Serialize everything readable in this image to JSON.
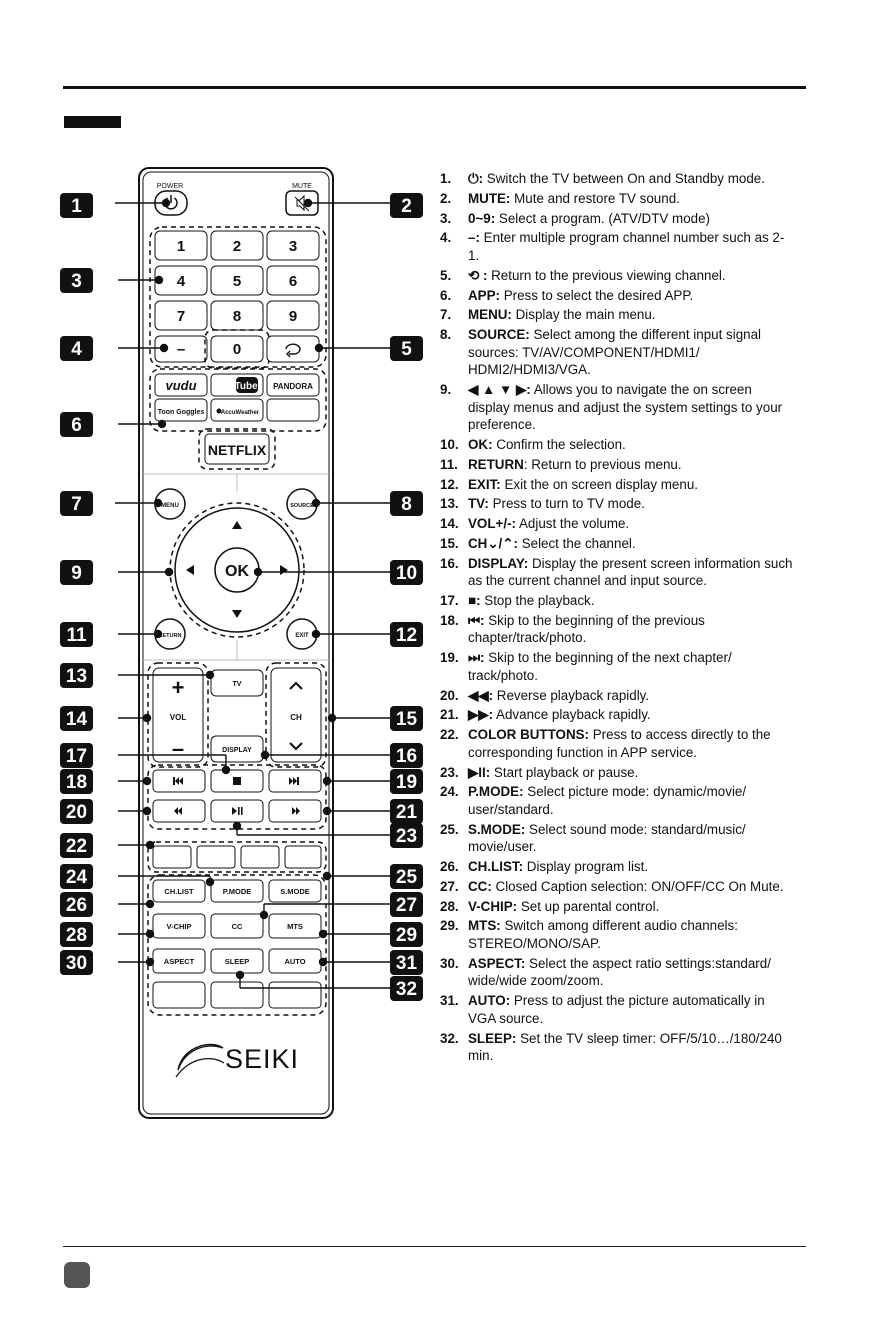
{
  "remote": {
    "power_label": "POWER",
    "mute_label": "MUTE",
    "digits": [
      "1",
      "2",
      "3",
      "4",
      "5",
      "6",
      "7",
      "8",
      "9"
    ],
    "dash_label": "–",
    "zero_label": "0",
    "apps": {
      "vudu": "vudu",
      "youtube": "YouTube",
      "pandora": "PANDORA",
      "toon_goggles": "Toon Goggles",
      "accuweather": "AccuWeather",
      "netflix": "NETFLIX"
    },
    "menu_label": "MENU",
    "source_label": "SOURCE",
    "ok_label": "OK",
    "return_label": "RETURN",
    "exit_label": "EXIT",
    "vol_label": "VOL",
    "vol_plus": "+",
    "vol_minus": "–",
    "tv_label": "TV",
    "ch_label": "CH",
    "display_label": "DISPLAY",
    "pmode_label": "P.MODE",
    "smode_label": "S.MODE",
    "chlist_label": "CH.LIST",
    "vchip_label": "V-CHIP",
    "cc_label": "CC",
    "mts_label": "MTS",
    "aspect_label": "ASPECT",
    "sleep_label": "SLEEP",
    "auto_label": "AUTO",
    "brand": "SEIKI"
  },
  "callouts": [
    "1",
    "2",
    "3",
    "4",
    "5",
    "6",
    "7",
    "8",
    "9",
    "10",
    "11",
    "12",
    "13",
    "14",
    "15",
    "16",
    "17",
    "18",
    "19",
    "20",
    "21",
    "22",
    "23",
    "24",
    "25",
    "26",
    "27",
    "28",
    "29",
    "30",
    "31",
    "32"
  ],
  "items": [
    {
      "num": "1.",
      "key": "⏻:",
      "text": " Switch the TV between On and Standby mode."
    },
    {
      "num": "2.",
      "key": "MUTE:",
      "text": " Mute and restore TV sound."
    },
    {
      "num": "3.",
      "key": "0~9:",
      "text": " Select a program. (ATV/DTV mode)"
    },
    {
      "num": "4.",
      "key": "–:",
      "text": " Enter multiple program channel number such as 2-1."
    },
    {
      "num": "5.",
      "key": "⟲ :",
      "text": " Return to the previous viewing channel."
    },
    {
      "num": "6.",
      "key": "APP:",
      "text": " Press to select the desired APP."
    },
    {
      "num": "7.",
      "key": "MENU:",
      "text": " Display the main menu."
    },
    {
      "num": "8.",
      "key": "SOURCE:",
      "text": " Select among the different input signal sources: TV/AV/COMPONENT/HDMI1/ HDMI2/HDMI3/VGA."
    },
    {
      "num": "9.",
      "key": "◀ ▲ ▼ ▶:",
      "text": " Allows you to navigate the on screen display menus and adjust the system settings to your preference."
    },
    {
      "num": "10.",
      "key": "OK:",
      "text": " Confirm the selection."
    },
    {
      "num": "11.",
      "key": "RETURN",
      "text": ": Return to previous menu."
    },
    {
      "num": "12.",
      "key": "EXIT:",
      "text": " Exit the on screen display menu."
    },
    {
      "num": "13.",
      "key": "TV:",
      "text": " Press to turn to TV mode."
    },
    {
      "num": "14.",
      "key": "VOL+/-:",
      "text": " Adjust the volume."
    },
    {
      "num": "15.",
      "key": "CH⌄/⌃:",
      "text": " Select the channel."
    },
    {
      "num": "16.",
      "key": "DISPLAY:",
      "text": " Display the present screen information such as the current channel and input source."
    },
    {
      "num": "17.",
      "key": "■:",
      "text": " Stop the playback."
    },
    {
      "num": "18.",
      "key": "⏮:",
      "text": " Skip to the beginning of the previous chapter/track/photo."
    },
    {
      "num": "19.",
      "key": "⏭:",
      "text": " Skip to the beginning of the next chapter/ track/photo."
    },
    {
      "num": "20.",
      "key": "◀◀:",
      "text": " Reverse playback rapidly."
    },
    {
      "num": "21.",
      "key": "▶▶:",
      "text": " Advance playback rapidly."
    },
    {
      "num": "22.",
      "key": "COLOR BUTTONS:",
      "text": " Press to access directly to the corresponding function in APP service."
    },
    {
      "num": "23.",
      "key": "▶II:",
      "text": " Start playback or pause."
    },
    {
      "num": "24.",
      "key": "P.MODE:",
      "text": " Select picture mode: dynamic/movie/ user/standard."
    },
    {
      "num": "25.",
      "key": "S.MODE:",
      "text": " Select sound mode: standard/music/ movie/user."
    },
    {
      "num": "26.",
      "key": "CH.LIST:",
      "text": " Display program list."
    },
    {
      "num": "27.",
      "key": "CC:",
      "text": " Closed Caption selection: ON/OFF/CC On Mute."
    },
    {
      "num": "28.",
      "key": "V-CHIP:",
      "text": " Set up parental control."
    },
    {
      "num": "29.",
      "key": "MTS:",
      "text": " Switch among different audio channels: STEREO/MONO/SAP."
    },
    {
      "num": "30.",
      "key": "ASPECT:",
      "text": " Select the aspect ratio settings:standard/ wide/wide zoom/zoom."
    },
    {
      "num": "31.",
      "key": "AUTO:",
      "text": " Press to adjust the picture automatically in VGA source."
    },
    {
      "num": "32.",
      "key": "SLEEP:",
      "text": " Set the TV sleep timer: OFF/5/10…/180/240 min."
    }
  ]
}
